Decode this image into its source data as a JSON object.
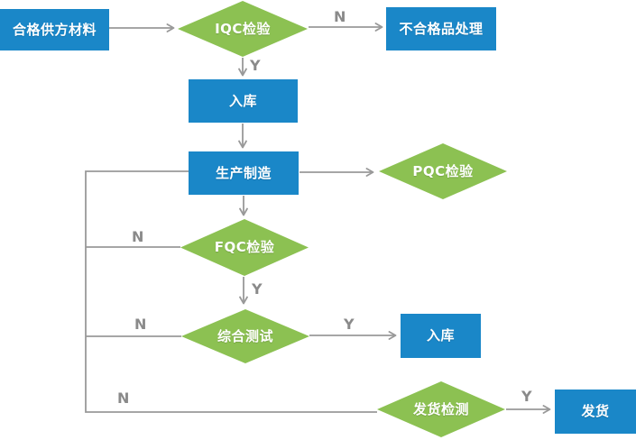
{
  "diagram": {
    "type": "flowchart",
    "colors": {
      "process_fill": "#1a87c8",
      "decision_fill": "#8cc152",
      "connector": "#999999",
      "edge_label_text": "#8a8a8a",
      "node_text": "#ffffff",
      "background": "#ffffff"
    },
    "nodes": [
      {
        "id": "qualified-supplier-material",
        "type": "process",
        "label": "合格供方材料"
      },
      {
        "id": "iqc-inspection",
        "type": "decision",
        "label": "IQC检验"
      },
      {
        "id": "nonconforming-handling",
        "type": "process",
        "label": "不合格品处理"
      },
      {
        "id": "warehouse-in-1",
        "type": "process",
        "label": "入库"
      },
      {
        "id": "production",
        "type": "process",
        "label": "生产制造"
      },
      {
        "id": "pqc-inspection",
        "type": "decision",
        "label": "PQC检验"
      },
      {
        "id": "fqc-inspection",
        "type": "decision",
        "label": "FQC检验"
      },
      {
        "id": "comprehensive-test",
        "type": "decision",
        "label": "综合测试"
      },
      {
        "id": "warehouse-in-2",
        "type": "process",
        "label": "入库"
      },
      {
        "id": "shipping-inspection",
        "type": "decision",
        "label": "发货检测"
      },
      {
        "id": "shipping",
        "type": "process",
        "label": "发货"
      }
    ],
    "edge_labels": [
      {
        "id": "iqc-no",
        "text": "N"
      },
      {
        "id": "iqc-yes",
        "text": "Y"
      },
      {
        "id": "fqc-no",
        "text": "N"
      },
      {
        "id": "fqc-yes",
        "text": "Y"
      },
      {
        "id": "test-no",
        "text": "N"
      },
      {
        "id": "test-yes",
        "text": "Y"
      },
      {
        "id": "ship-no",
        "text": "N"
      },
      {
        "id": "ship-yes",
        "text": "Y"
      }
    ]
  }
}
